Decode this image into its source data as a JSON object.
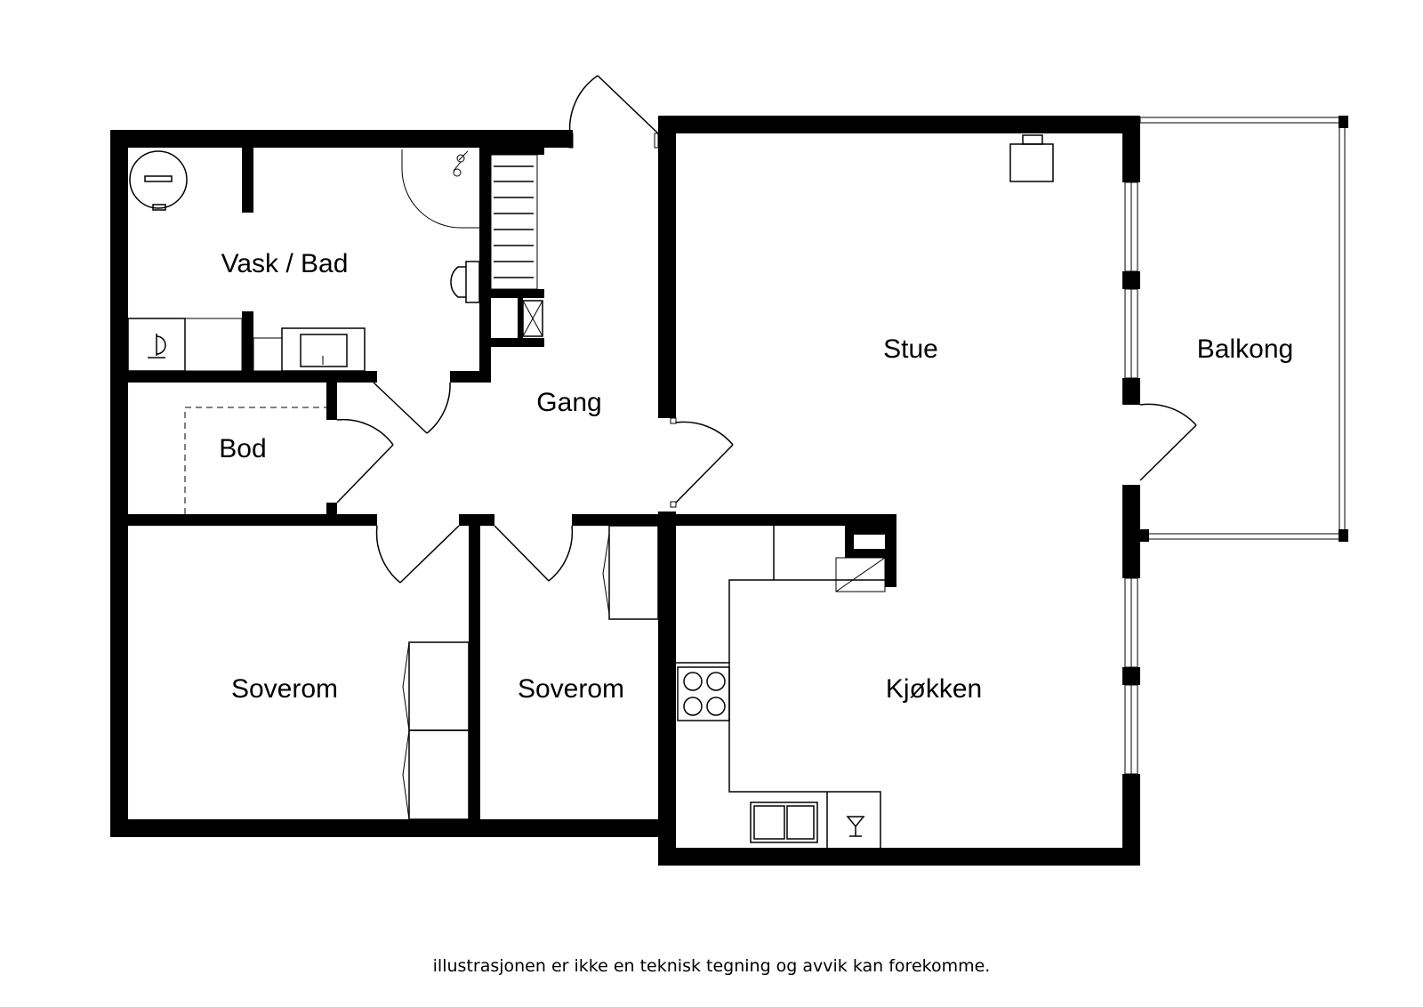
{
  "rooms": {
    "vask_bad": "Vask / Bad",
    "bod": "Bod",
    "gang": "Gang",
    "stue": "Stue",
    "balkong": "Balkong",
    "soverom_1": "Soverom",
    "soverom_2": "Soverom",
    "kjokken": "Kjøkken"
  },
  "footer": {
    "disclaimer": "illustrasjonen er ikke en teknisk tegning og avvik kan forekomme."
  },
  "icons": [
    "boiler-icon",
    "shower-icon",
    "toilet-icon",
    "washbasin-icon",
    "washing-machine-icon",
    "radiator-icon",
    "stove-icon",
    "sink-icon",
    "glass-icon"
  ]
}
